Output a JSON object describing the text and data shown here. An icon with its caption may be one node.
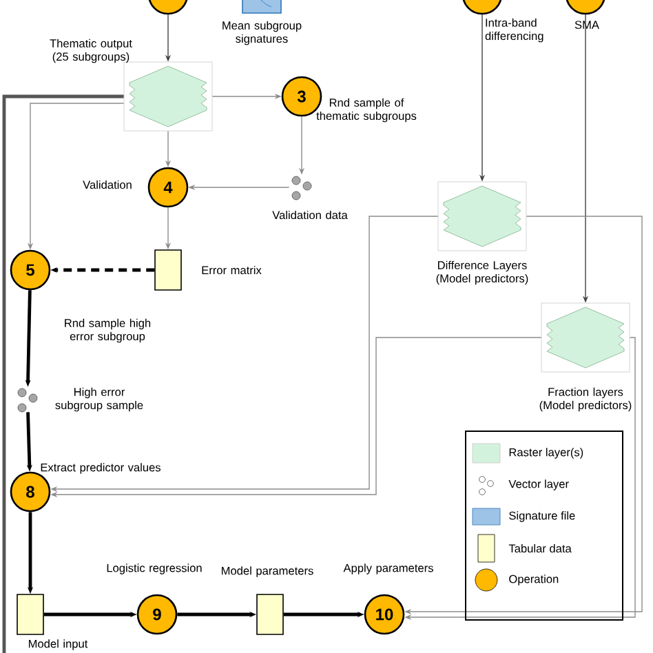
{
  "diagram": {
    "nodes": [
      {
        "text": [],
        "shape": "circle"
      },
      {
        "text": [
          "Mean subgroup signatures"
        ]
      },
      {
        "text": [],
        "shape": "circle",
        "beside": [
          "Intra-band differencing"
        ]
      },
      {
        "text": [],
        "shape": "circle",
        "beside": [
          "SMA"
        ]
      },
      {
        "text": [
          "Thematic output (25 subgroups)"
        ]
      },
      {
        "text": [
          "3"
        ],
        "beside": [
          "Rnd sample of thematic subgroups"
        ]
      },
      {
        "text": [
          "Validation data"
        ]
      },
      {
        "text": [
          "4"
        ],
        "beside": [
          "Validation"
        ]
      },
      {
        "text": [
          "Error matrix"
        ]
      },
      {
        "text": [
          "5"
        ],
        "beside": [
          "Rnd sample high error subgroup"
        ]
      },
      {
        "text": [
          "High error subgroup sample"
        ]
      },
      {
        "text": [
          "Difference Layers (Model predictors)"
        ]
      },
      {
        "text": [
          "Fraction layers (Model predictors)"
        ]
      },
      {
        "text": [
          "8"
        ],
        "beside": [
          "Extract predictor values"
        ]
      },
      {
        "text": [
          "Model input"
        ]
      },
      {
        "text": [
          "9"
        ],
        "beside": [
          "Logistic regression"
        ]
      },
      {
        "text": [
          "Model parameters"
        ]
      },
      {
        "text": [
          "10"
        ],
        "beside": [
          "Apply parameters"
        ]
      }
    ],
    "edges": [
      {
        "from": 0,
        "to": 4,
        "arrow": "to",
        "color": "#404040"
      },
      {
        "from": 4,
        "to": 5,
        "arrow": "to"
      },
      {
        "from": 5,
        "to": 6,
        "arrow": "to"
      },
      {
        "from": 6,
        "to": 7,
        "arrow": "to"
      },
      {
        "from": 4,
        "to": 7,
        "arrow": "to"
      },
      {
        "from": 7,
        "to": 8,
        "arrow": "to"
      },
      {
        "from": 8,
        "to": 9,
        "arrow": "to",
        "style": "dashed",
        "color": "#000000"
      },
      {
        "from": 4,
        "to": 9,
        "arrow": "to"
      },
      {
        "from": 4,
        "to": null,
        "arrow": "none",
        "style": "thick",
        "color": "#555555"
      },
      {
        "from": 9,
        "to": 10,
        "arrow": "to",
        "style": "thick",
        "color": "#000000"
      },
      {
        "from": 10,
        "to": 13,
        "arrow": "to",
        "style": "thick",
        "color": "#000000"
      },
      {
        "from": 13,
        "to": 14,
        "arrow": "to",
        "style": "thick",
        "color": "#000000"
      },
      {
        "from": 14,
        "to": 15,
        "arrow": "to",
        "style": "thick",
        "color": "#000000"
      },
      {
        "from": 15,
        "to": 16,
        "arrow": "to",
        "style": "thick",
        "color": "#000000"
      },
      {
        "from": 16,
        "to": 17,
        "arrow": "to",
        "style": "thick",
        "color": "#000000"
      },
      {
        "from": 2,
        "to": 11,
        "arrow": "to",
        "color": "#404040"
      },
      {
        "from": 3,
        "to": 12,
        "arrow": "to",
        "color": "#404040"
      },
      {
        "from": 11,
        "to": 13,
        "arrow": "to"
      },
      {
        "from": 12,
        "to": 13,
        "arrow": "to"
      },
      {
        "from": 11,
        "to": 17,
        "arrow": "to"
      },
      {
        "from": 12,
        "to": 17,
        "arrow": "to"
      }
    ],
    "legend": [
      {
        "text": "Raster layer(s)"
      },
      {
        "text": "Vector layer"
      },
      {
        "text": "Signature file"
      },
      {
        "text": "Tabular data"
      },
      {
        "text": "Operation"
      }
    ]
  }
}
